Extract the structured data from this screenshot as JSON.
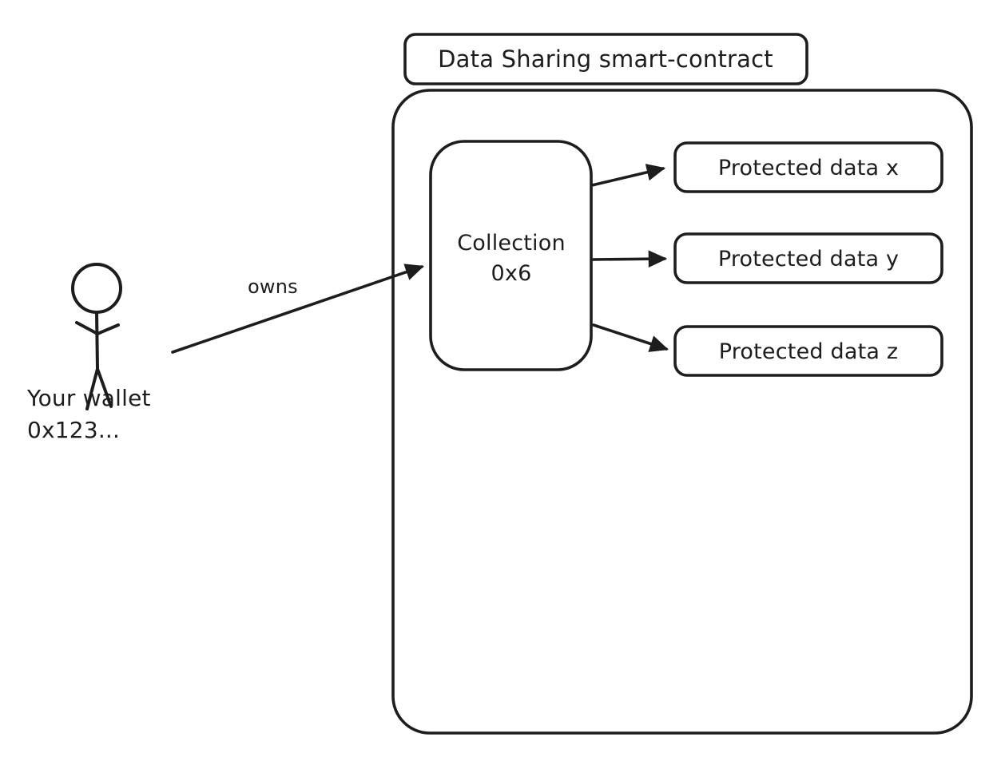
{
  "diagram": {
    "background_color": "#ffffff",
    "stroke_color": "#1d1d1d",
    "title_box": {
      "label": "Data Sharing smart-contract"
    },
    "wallet": {
      "lines": [
        "Your wallet",
        "0x123..."
      ]
    },
    "owns_arrow": {
      "label": "owns"
    },
    "collection_box": {
      "lines": [
        "Collection",
        "0x6"
      ]
    },
    "protected_data_boxes": [
      {
        "label": "Protected data x"
      },
      {
        "label": "Protected data y"
      },
      {
        "label": "Protected data z"
      }
    ]
  }
}
